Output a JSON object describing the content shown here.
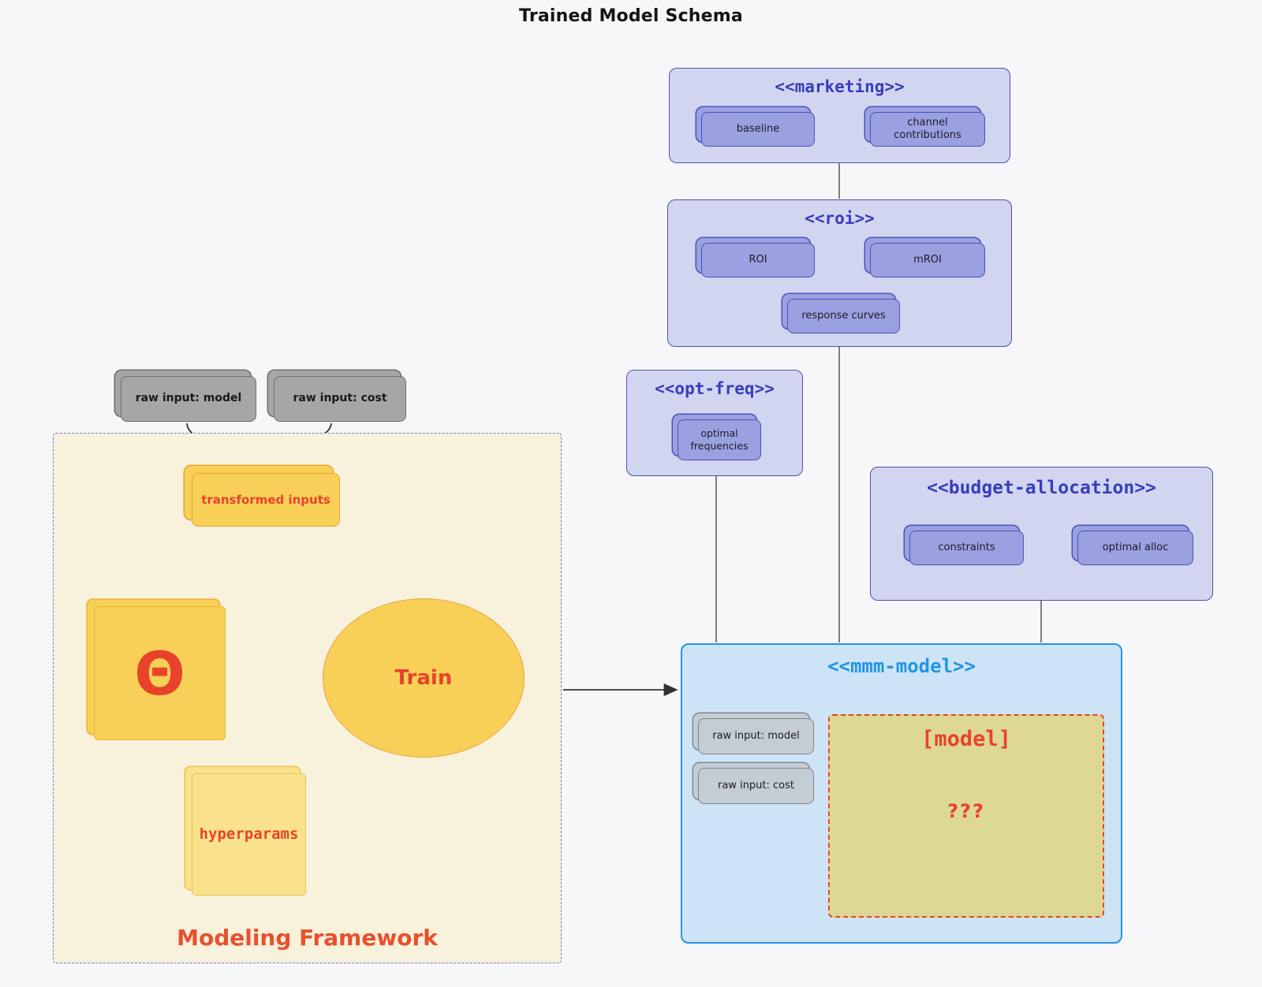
{
  "title": "Trained Model Schema",
  "colors": {
    "indigo_title": "#383dbb",
    "purple_container": "#d2d5f0",
    "purple_node": "#9ba1e0",
    "purple_border": "#4b51b8",
    "mmm_blue": "#2295e4",
    "mmm_bg": "#cde4f6",
    "framework_bg": "#f8f1dc",
    "framework_dash": "#6f79d8",
    "yellow_node": "#f8d058",
    "red_accent": "#e8432a",
    "khaki_model": "#ded897",
    "gray_node": "#a6a6a6",
    "gray_input_node": "#c4ccd4",
    "wire_dark": "#555555"
  },
  "inputs": {
    "raw_model": "raw input: model",
    "raw_cost": "raw input: cost"
  },
  "groups": {
    "marketing": {
      "label": "<<marketing>>",
      "baseline": "baseline",
      "channel": "channel contributions"
    },
    "roi": {
      "label": "<<roi>>",
      "roi": "ROI",
      "mroi": "mROI",
      "response": "response curves"
    },
    "opt_freq": {
      "label": "<<opt-freq>>",
      "optimal_frequencies": "optimal frequencies"
    },
    "budget": {
      "label": "<<budget-allocation>>",
      "constraints": "constraints",
      "optimal_alloc": "optimal alloc"
    },
    "mmm": {
      "label": "<<mmm-model>>",
      "raw_model": "raw input: model",
      "raw_cost": "raw input: cost",
      "model_title": "[model]",
      "model_body": "???"
    },
    "framework": {
      "label": "Modeling Framework",
      "transformed": "transformed inputs",
      "theta": "Θ",
      "train": "Train",
      "hyperparams": "hyperparams"
    }
  },
  "connections": [
    "baseline <-> channel contributions",
    "ROI <-> mROI",
    "constraints <-> optimal alloc",
    "marketing -- roi",
    "roi -- mmm-model",
    "opt-freq -- mmm-model",
    "budget-allocation -- mmm-model",
    "raw inputs -> transformed inputs",
    "transformed inputs -> Train",
    "theta -> Train",
    "hyperparams -> Train",
    "Modeling Framework -> mmm-model"
  ]
}
